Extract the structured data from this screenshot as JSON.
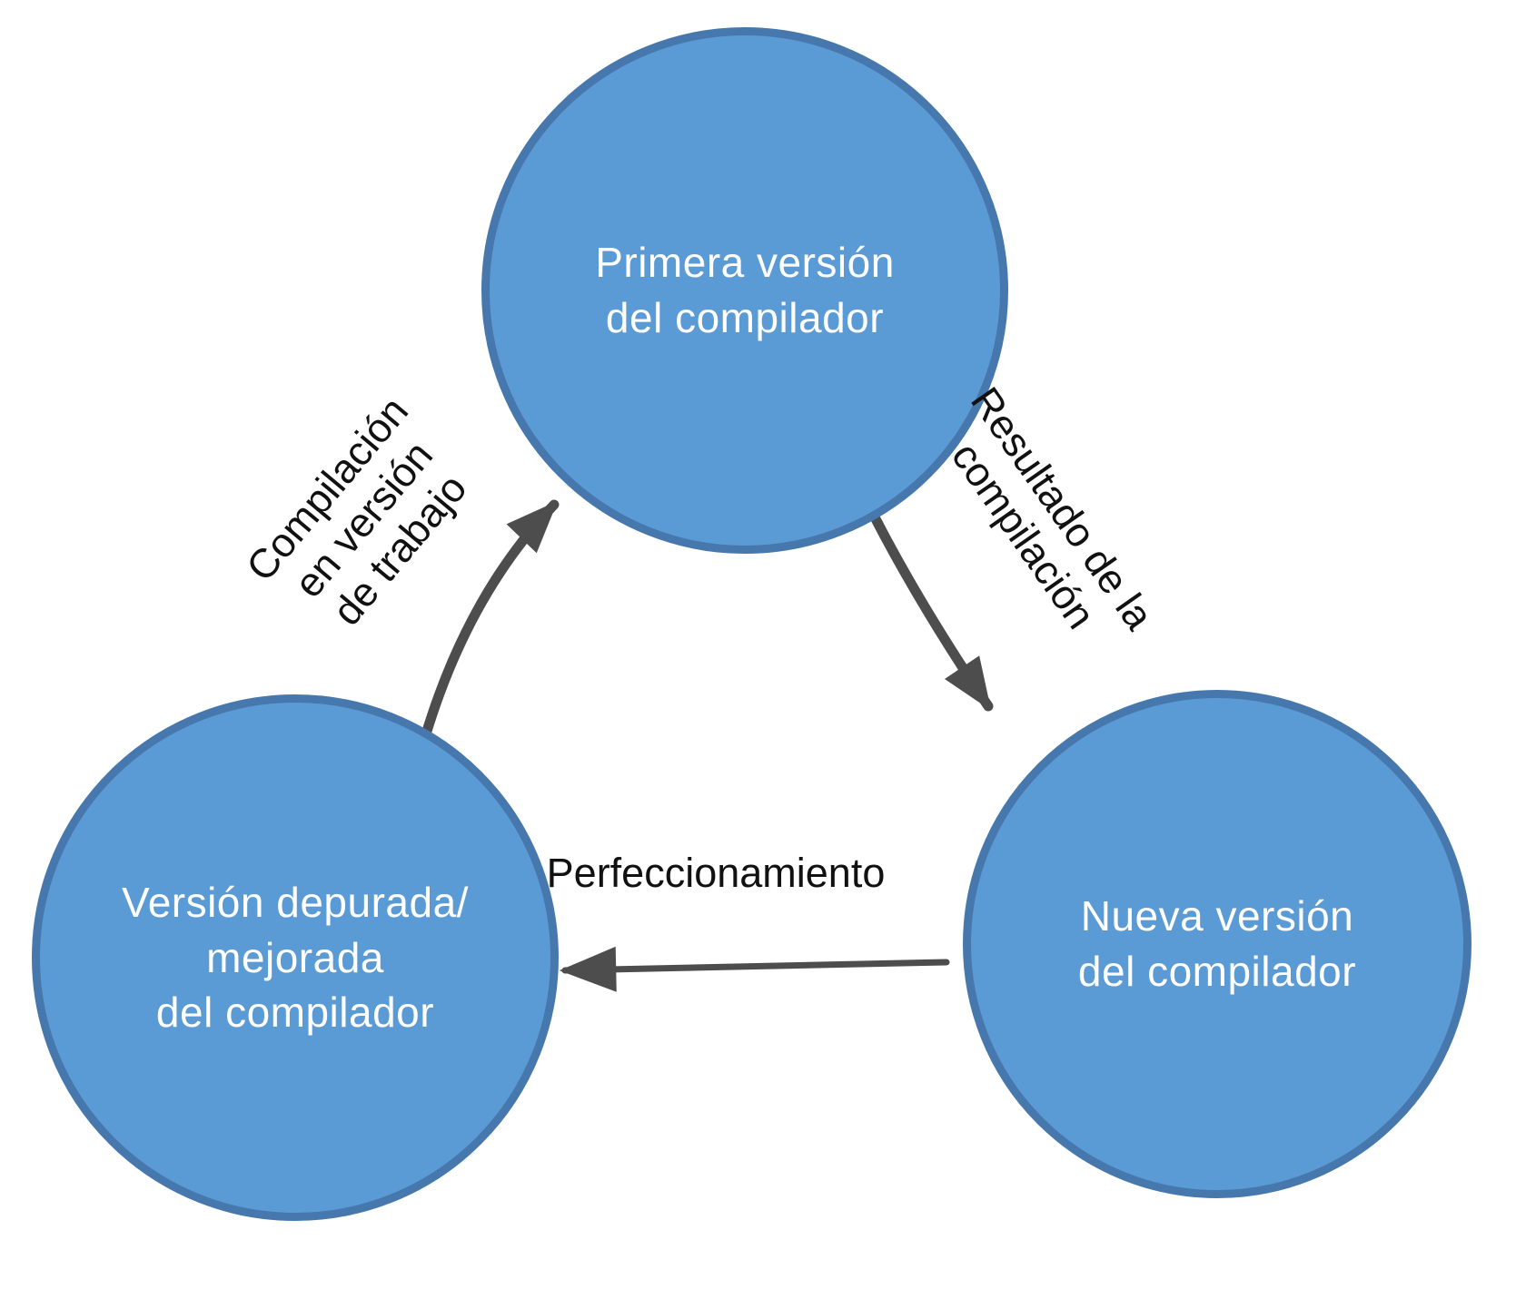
{
  "diagram": {
    "type": "cycle-diagram",
    "nodes": [
      {
        "id": "primera-version",
        "label": "Primera versión\ndel compilador"
      },
      {
        "id": "nueva-version",
        "label": "Nueva versión\ndel compilador"
      },
      {
        "id": "version-depurada",
        "label": "Versión depurada/\nmejorada\ndel compilador"
      }
    ],
    "edges": [
      {
        "id": "compilacion-en-version-de-trabajo",
        "from": "version-depurada",
        "to": "primera-version",
        "label": "Compilación\nen versión\nde trabajo"
      },
      {
        "id": "resultado-de-la-compilacion",
        "from": "primera-version",
        "to": "nueva-version",
        "label": "Resultado de la\ncompilación"
      },
      {
        "id": "perfeccionamiento",
        "from": "nueva-version",
        "to": "version-depurada",
        "label": "Perfeccionamiento"
      }
    ],
    "colors": {
      "node_fill": "#5b9bd5",
      "node_border": "#4678ae",
      "node_text": "#ffffff",
      "arrow": "#4d4d4d",
      "edge_label_text": "#111111",
      "background": "#ffffff"
    }
  }
}
